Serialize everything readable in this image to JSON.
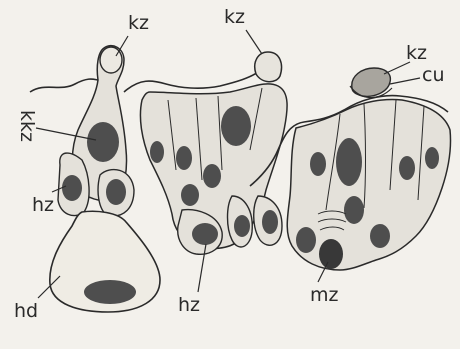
{
  "colors": {
    "paper": "#f3f1ec",
    "ink": "#2a2a2a",
    "cell_fill": "#e4e1da",
    "nucleus": "#4e4e4e",
    "nucleus_dark": "#383838",
    "vesicle": "#efece4"
  },
  "labels": {
    "kz_top_left": "kz",
    "kz_top_center": "kz",
    "kz_top_right": "kz",
    "cu": "cu",
    "kkz": "kkz",
    "hz_left": "hz",
    "hz_bottom": "hz",
    "mz": "mz",
    "hd": "hd"
  }
}
